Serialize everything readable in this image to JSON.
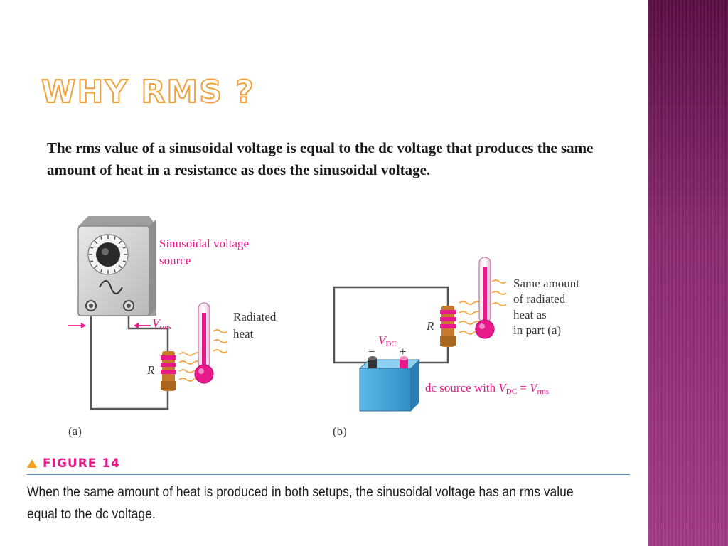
{
  "slide": {
    "title": "WHY RMS ?",
    "statement": "The rms value of a sinusoidal voltage is equal to the dc voltage that produces the same amount of heat in a resistance as does the sinusoidal voltage."
  },
  "figure": {
    "number": "FIGURE 14",
    "caption": "When the same amount of heat is produced in both setups, the sinusoidal voltage has an rms value equal to the dc voltage.",
    "part_a": {
      "label": "(a)",
      "source_label_line1": "Sinusoidal voltage",
      "source_label_line2": "source",
      "heat_label_line1": "Radiated",
      "heat_label_line2": "heat",
      "resistor_label": "R",
      "voltage_main": "V",
      "voltage_sub": "rms"
    },
    "part_b": {
      "label": "(b)",
      "heat_label_line1": "Same amount",
      "heat_label_line2": "of radiated",
      "heat_label_line3": "heat as",
      "heat_label_line4": "in part (a)",
      "resistor_label": "R",
      "voltage_main": "V",
      "voltage_sub": "DC",
      "minus": "−",
      "plus": "+",
      "dc_text_prefix": "dc source with ",
      "dc_v1_main": "V",
      "dc_v1_sub": "DC",
      "dc_eq": " = ",
      "dc_v2_main": "V",
      "dc_v2_sub": "rms"
    }
  },
  "colors": {
    "title_outline": "#f0a13a",
    "accent_pink": "#e8198b",
    "rule_blue": "#4f87c4",
    "sidebar_purple": "#8c2a72"
  }
}
